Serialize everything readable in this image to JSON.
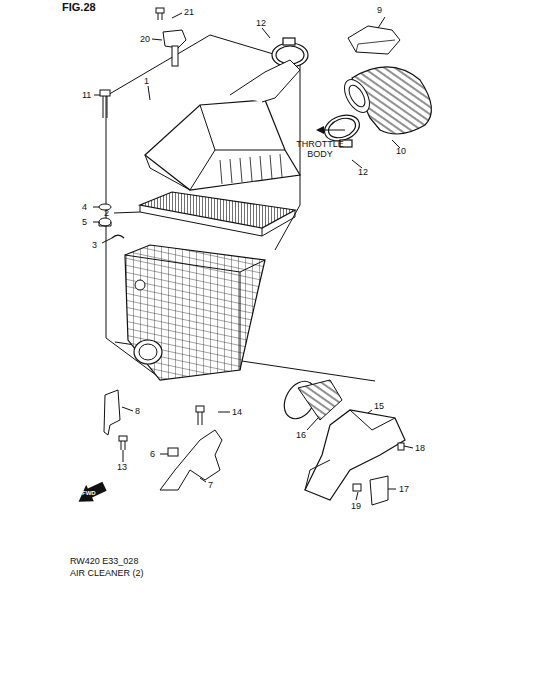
{
  "diagram": {
    "title": "FIG.28",
    "labels": [
      "21",
      "20",
      "12",
      "9",
      "11",
      "1",
      "THROTTLE BODY",
      "12",
      "10",
      "4",
      "5",
      "2",
      "3",
      "8",
      "14",
      "6",
      "13",
      "7",
      "16",
      "15",
      "18",
      "17",
      "19",
      "FWD",
      "RW420 E33_028",
      "AIR CLEANER (2)"
    ]
  }
}
